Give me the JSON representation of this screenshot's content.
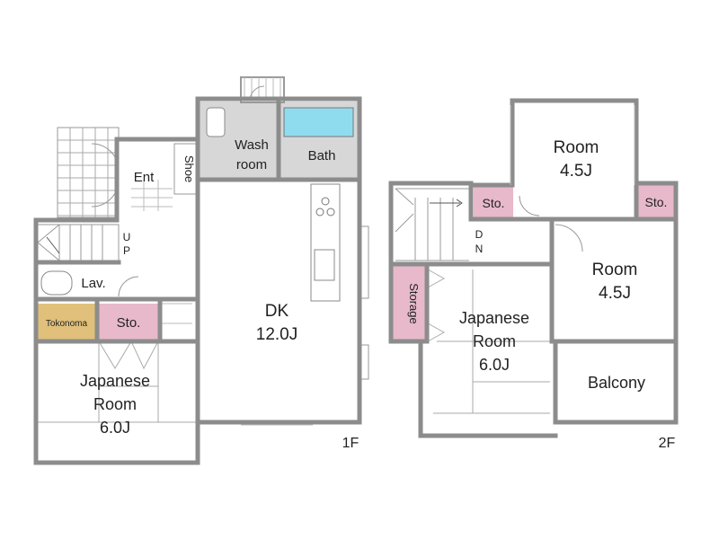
{
  "floor_plan": {
    "floors": [
      {
        "name": "1F",
        "rooms": {
          "entrance": "Ent",
          "shoe": "Shoe",
          "wash": [
            "Wash",
            "room"
          ],
          "bath": "Bath",
          "stair_up": [
            "U",
            "P"
          ],
          "lav": "Lav.",
          "tokonoma": "Tokonoma",
          "storage": "Sto.",
          "dk": [
            "DK",
            "12.0J"
          ],
          "japanese": [
            "Japanese",
            "Room",
            "6.0J"
          ]
        }
      },
      {
        "name": "2F",
        "rooms": {
          "storage_a": "Sto.",
          "room_top": [
            "Room",
            "4.5J"
          ],
          "storage_b": "Sto.",
          "stair_down": [
            "D",
            "N"
          ],
          "room_right": [
            "Room",
            "4.5J"
          ],
          "storage_tall": "Storage",
          "japanese": [
            "Japanese",
            "Room",
            "6.0J"
          ],
          "balcony": "Balcony"
        }
      }
    ],
    "colors": {
      "wall": "#8c8c8c",
      "wet_area": "#d7d7d7",
      "storage": "#e7b9ca",
      "tokonoma": "#e0c07a",
      "bath_tub": "#8fdcef",
      "line": "#9a9a9a"
    }
  }
}
